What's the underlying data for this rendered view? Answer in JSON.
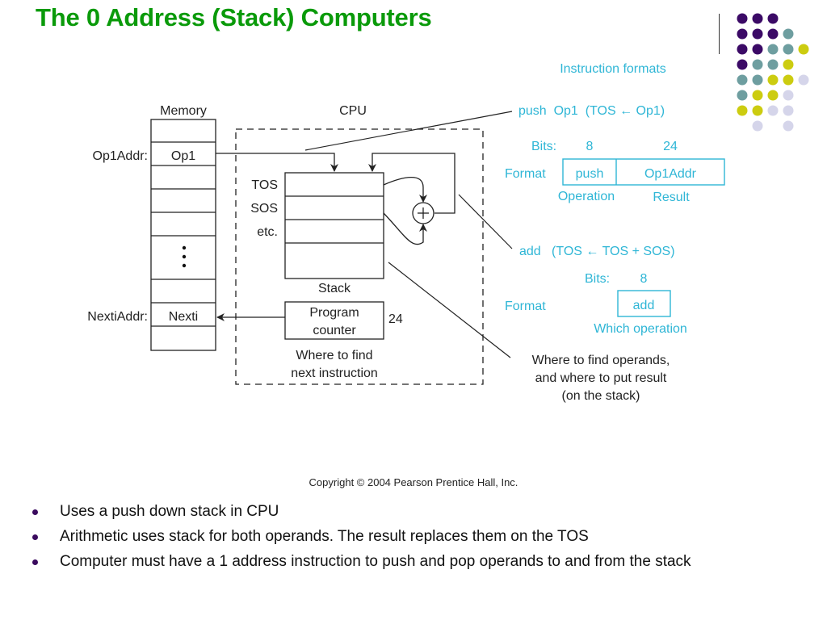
{
  "slide": {
    "title": "The 0 Address (Stack) Computers",
    "copyright": "Copyright © 2004 Pearson Prentice Hall, Inc.",
    "bullets": [
      "Uses a push down stack in CPU",
      "Arithmetic uses stack for both operands. The result replaces them on the TOS",
      "Computer must have a 1 address instruction to push and pop operands to and from the stack"
    ],
    "colors": {
      "title": "#0a9a0a",
      "diagram_annotation": "#2fb6d6",
      "bullet": "#3a0a5e",
      "dot_purple": "#3b0a66",
      "dot_teal": "#6e9ea0",
      "dot_yellow": "#cccc10",
      "dot_lavender": "#d5d5ea"
    }
  },
  "diagram": {
    "memory": {
      "header": "Memory",
      "op1_label": "Op1Addr:",
      "op1_cell": "Op1",
      "ellipsis": "⋮",
      "nexti_label": "NextiAddr:",
      "nexti_cell": "Nexti"
    },
    "cpu": {
      "header": "CPU",
      "tos": "TOS",
      "sos": "SOS",
      "etc": "etc.",
      "stack_label": "Stack",
      "adder_symbol": "+",
      "pc_line1": "Program",
      "pc_line2": "counter",
      "pc_bits": "24",
      "where_line1": "Where to find",
      "where_line2": "next instruction"
    },
    "formats": {
      "header": "Instruction formats",
      "push_instr": "push  Op1  (TOS ← Op1)",
      "push_bits_label": "Bits:",
      "push_bits_op": "8",
      "push_bits_addr": "24",
      "format_label": "Format",
      "push_field_op": "push",
      "push_field_addr": "Op1Addr",
      "operation_label": "Operation",
      "result_label": "Result",
      "add_instr": "add   (TOS ← TOS + SOS)",
      "add_bits_label": "Bits:",
      "add_bits_op": "8",
      "add_format_label": "Format",
      "add_field_op": "add",
      "which_operation": "Which operation",
      "operands_line1": "Where to find operands,",
      "operands_line2": "and where to put result",
      "operands_line3": "(on the stack)"
    }
  }
}
